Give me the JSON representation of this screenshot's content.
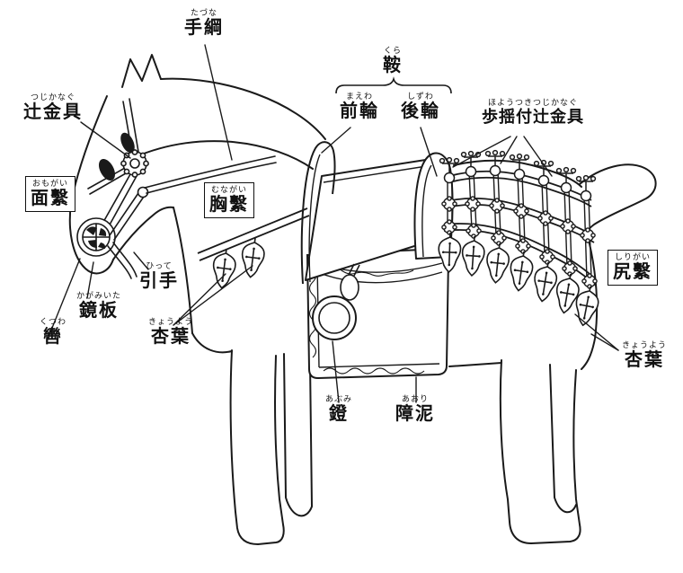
{
  "diagram": {
    "type": "labeled-anatomy-diagram",
    "subject": "horse-tack-terminology",
    "ink_color": "#1a1a1a",
    "background_color": "#ffffff",
    "labels": {
      "tazuna": {
        "text": "手綱",
        "kana": "たづな",
        "boxed": false
      },
      "kura": {
        "text": "鞍",
        "kana": "くら",
        "boxed": false
      },
      "maewa": {
        "text": "前輪",
        "kana": "まえわ",
        "boxed": false
      },
      "shizuwa": {
        "text": "後輪",
        "kana": "しずわ",
        "boxed": false
      },
      "hoyotsuki": {
        "text": "歩揺付辻金具",
        "kana": "ほようつきつじかなぐ",
        "boxed": false
      },
      "tsujikanagu": {
        "text": "辻金具",
        "kana": "つじかなぐ",
        "boxed": false
      },
      "omogai": {
        "text": "面繫",
        "kana": "おもがい",
        "boxed": true
      },
      "munagai": {
        "text": "胸繫",
        "kana": "むながい",
        "boxed": true
      },
      "hitte": {
        "text": "引手",
        "kana": "ひって",
        "boxed": false
      },
      "kagamiita": {
        "text": "鏡板",
        "kana": "かがみいた",
        "boxed": false
      },
      "kutsuwa": {
        "text": "轡",
        "kana": "くつわ",
        "boxed": false
      },
      "gyoyo_left": {
        "text": "杏葉",
        "kana": "きょうよう",
        "boxed": false
      },
      "abumi": {
        "text": "鐙",
        "kana": "あぶみ",
        "boxed": false
      },
      "aori": {
        "text": "障泥",
        "kana": "あおり",
        "boxed": false
      },
      "shirigai": {
        "text": "尻繫",
        "kana": "しりがい",
        "boxed": true
      },
      "gyoyo_right": {
        "text": "杏葉",
        "kana": "きょうよう",
        "boxed": false
      }
    }
  }
}
